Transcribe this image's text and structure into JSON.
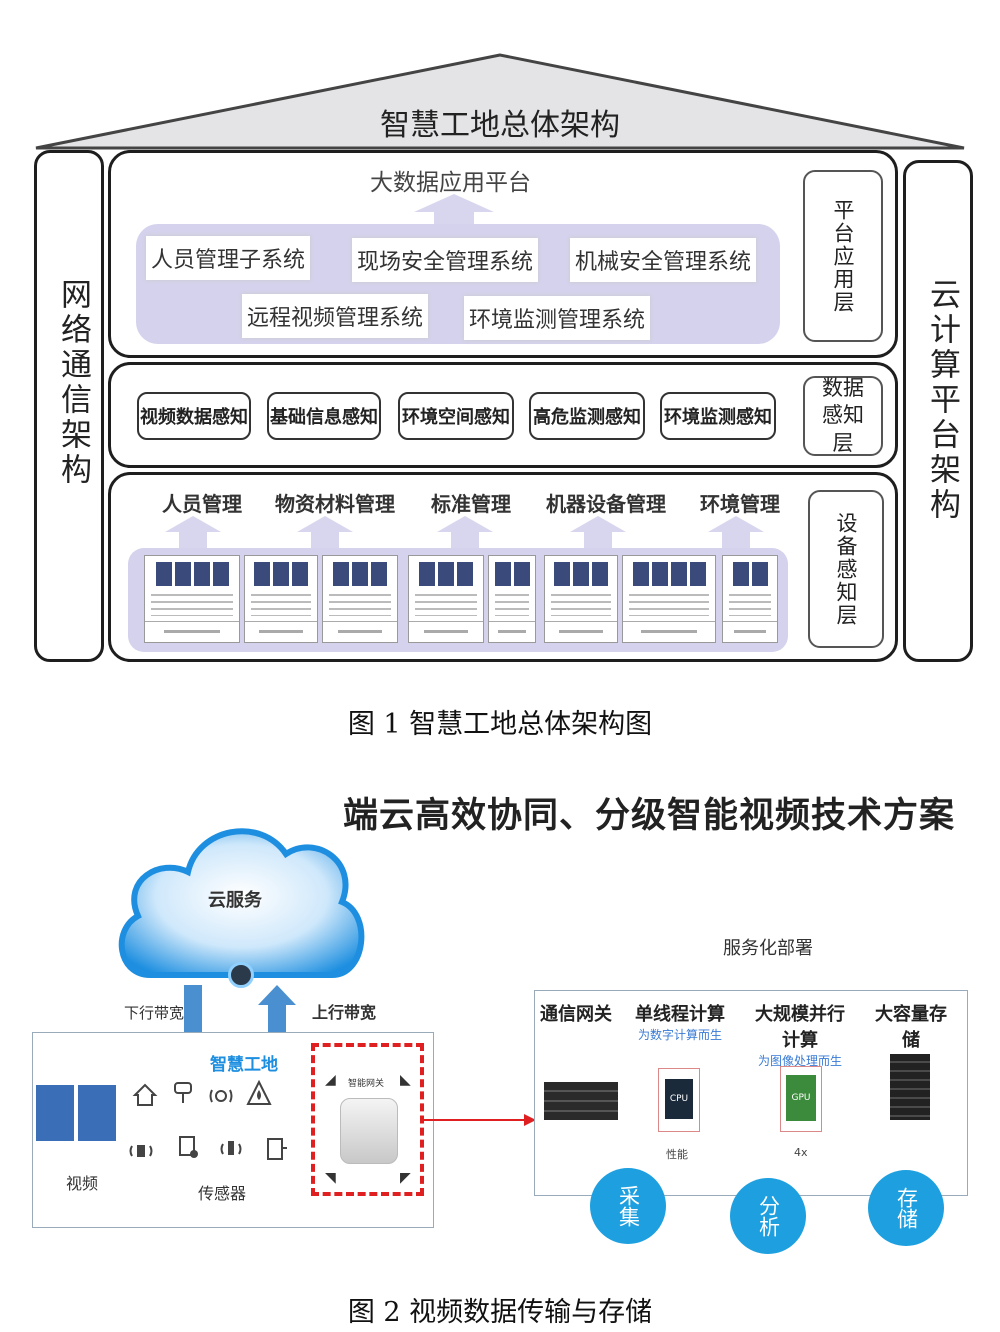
{
  "figure1": {
    "title": "智慧工地总体架构",
    "left_pillar": "网络通信架构",
    "right_pillar": "云计算平台架构",
    "platform_title": "大数据应用平台",
    "platform_layer_label": "平台应用层",
    "systems": [
      "人员管理子系统",
      "现场安全管理系统",
      "机械安全管理系统",
      "远程视频管理系统",
      "环境监测管理系统"
    ],
    "data_layer_label": "数据感知层",
    "sensing": [
      "视频数据感知",
      "基础信息感知",
      "环境空间感知",
      "高危监测感知",
      "环境监测感知"
    ],
    "device_layer_label": "设备感知层",
    "management": [
      "人员管理",
      "物资材料管理",
      "标准管理",
      "机器设备管理",
      "环境管理"
    ],
    "caption": "图 1  智慧工地总体架构图"
  },
  "figure2": {
    "title": "端云高效协同、分级智能视频技术方案",
    "cloud_label": "云服务",
    "downlink_label": "下行带宽",
    "uplink_label": "上行带宽",
    "site_label": "智慧工地",
    "video_label": "视频",
    "sensor_label": "传感器",
    "gateway_small_label": "智能网关",
    "deploy_label": "服务化部署",
    "columns": [
      {
        "title": "通信网关",
        "sub": ""
      },
      {
        "title": "单线程计算",
        "sub": "为数字计算而生"
      },
      {
        "title": "大规模并行计算",
        "sub": "为图像处理而生"
      },
      {
        "title": "大容量存储",
        "sub": ""
      }
    ],
    "chip_cpu": "CPU",
    "chip_gpu": "GPU",
    "perf_label": "性能",
    "multiplier_label": "4x",
    "circles": [
      "采集",
      "分析",
      "存储"
    ],
    "caption": "图 2  视频数据传输与存储"
  },
  "colors": {
    "lavender": "#d4d2ec",
    "arrow": "#d7d6ee",
    "cloud_blue": "#1e8fe0",
    "circle_blue": "#1ea0e0",
    "red_dash": "#e02020",
    "pipe_blue": "#4a90d0"
  }
}
